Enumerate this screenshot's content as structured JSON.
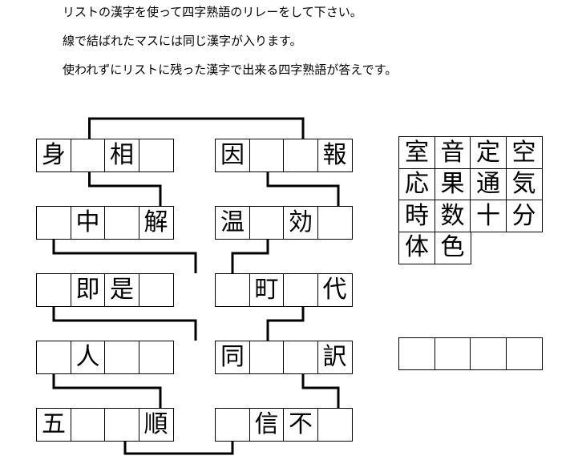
{
  "instructions": [
    "リストの漢字を使って四字熟語のリレーをして下さい。",
    "線で結ばれたマスには同じ漢字が入ります。",
    "使われずにリストに残った漢字で出来る四字熟語が答えです。"
  ],
  "left_grid": {
    "rows": [
      [
        "身",
        "",
        "相",
        ""
      ],
      [
        "",
        "中",
        "",
        "解"
      ],
      [
        "",
        "即",
        "是",
        ""
      ],
      [
        "",
        "人",
        "",
        ""
      ],
      [
        "五",
        "",
        "",
        "順"
      ]
    ]
  },
  "right_grid": {
    "rows": [
      [
        "因",
        "",
        "",
        "報"
      ],
      [
        "温",
        "",
        "効",
        ""
      ],
      [
        "",
        "町",
        "",
        "代"
      ],
      [
        "同",
        "",
        "",
        "訳"
      ],
      [
        "",
        "信",
        "不",
        ""
      ]
    ]
  },
  "kanji_list": {
    "rows": [
      [
        "室",
        "音",
        "定",
        "空"
      ],
      [
        "応",
        "果",
        "通",
        "気"
      ],
      [
        "時",
        "数",
        "十",
        "分"
      ],
      [
        "体",
        "色"
      ]
    ]
  },
  "answer_box": {
    "cells": [
      "",
      "",
      "",
      ""
    ]
  },
  "colors": {
    "ink": "#000000",
    "paper": "#ffffff"
  }
}
